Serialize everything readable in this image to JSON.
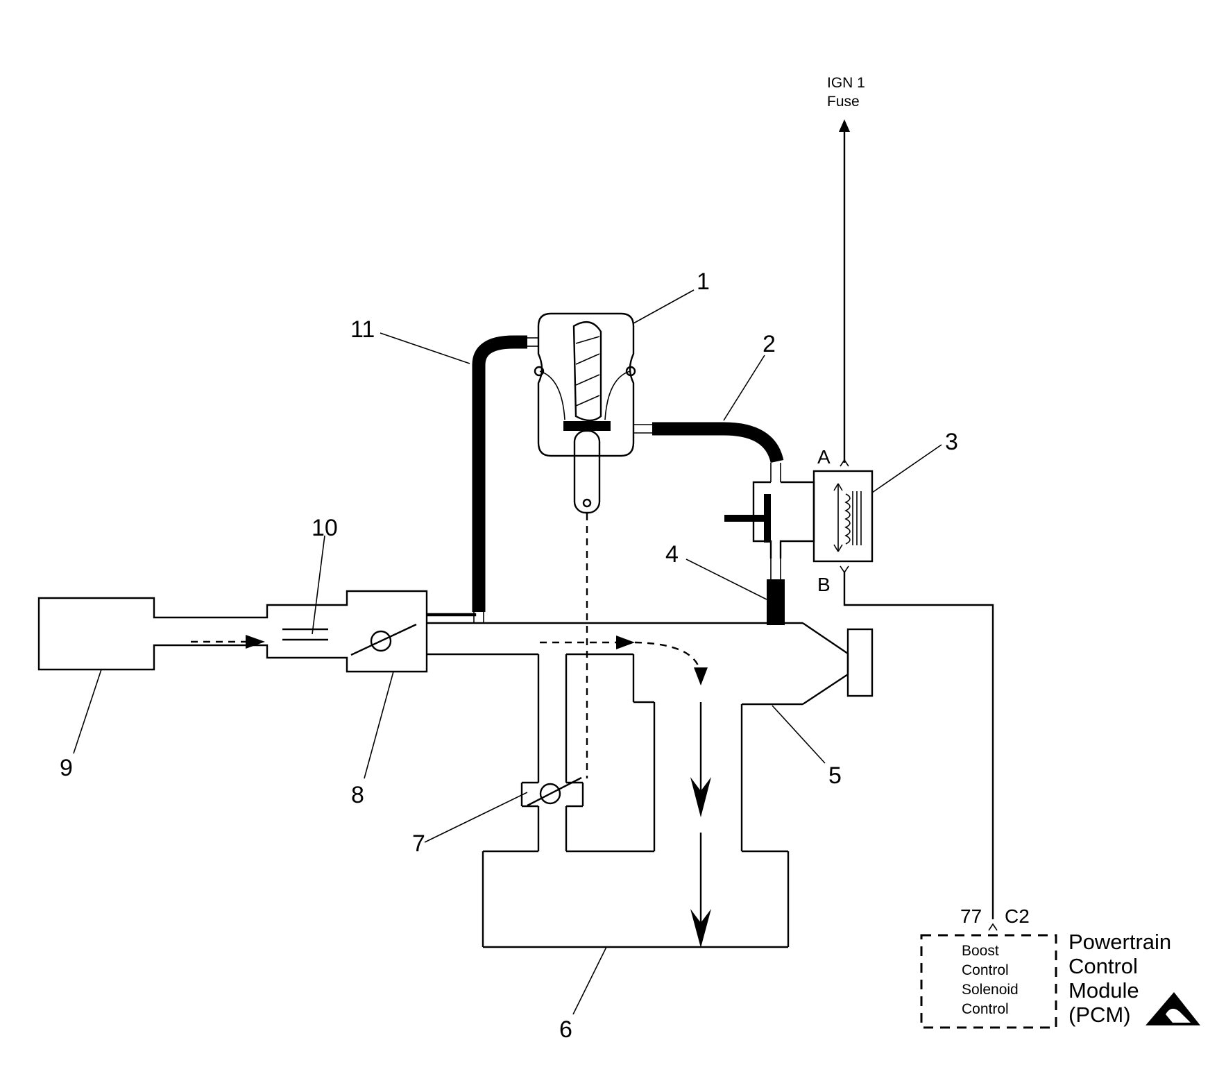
{
  "diagram": {
    "callouts": [
      "1",
      "2",
      "3",
      "4",
      "5",
      "6",
      "7",
      "8",
      "9",
      "10",
      "11"
    ],
    "ign_line1": "IGN 1",
    "ign_line2": "Fuse",
    "pin_a": "A",
    "pin_b": "B",
    "pcm_pin_number": "77",
    "pcm_connector": "C2",
    "pcm_box_lines": [
      "Boost",
      "Control",
      "Solenoid",
      "Control"
    ],
    "pcm_title_lines": [
      "Powertrain",
      "Control",
      "Module",
      "(PCM)"
    ],
    "esd_symbol": "esd-warning-icon"
  }
}
